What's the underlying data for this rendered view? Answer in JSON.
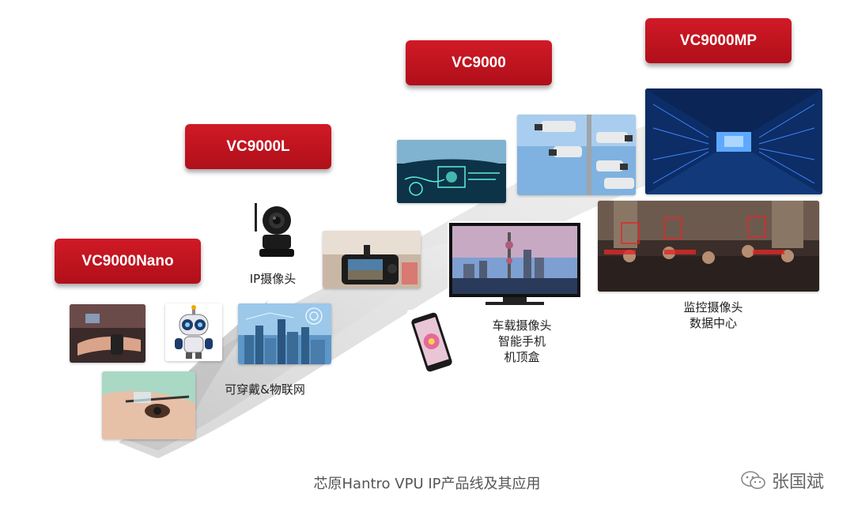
{
  "tiers": [
    {
      "label": "VC9000Nano"
    },
    {
      "label": "VC9000L"
    },
    {
      "label": "VC9000"
    },
    {
      "label": "VC9000MP"
    }
  ],
  "applications": {
    "ip_camera": "IP摄像头",
    "wearable_iot": "可穿戴&物联网",
    "mid_tier_lines": [
      "车载摄像头",
      "智能手机",
      "机顶盒"
    ],
    "high_tier_lines": [
      "监控摄像头",
      "数据中心"
    ]
  },
  "caption": "芯原Hantro VPU IP产品线及其应用",
  "watermark": "张国斌",
  "icons": [
    "wechat-icon"
  ],
  "colors": {
    "tier_red": "#c41420",
    "band_gray": "#cfcfcf"
  }
}
